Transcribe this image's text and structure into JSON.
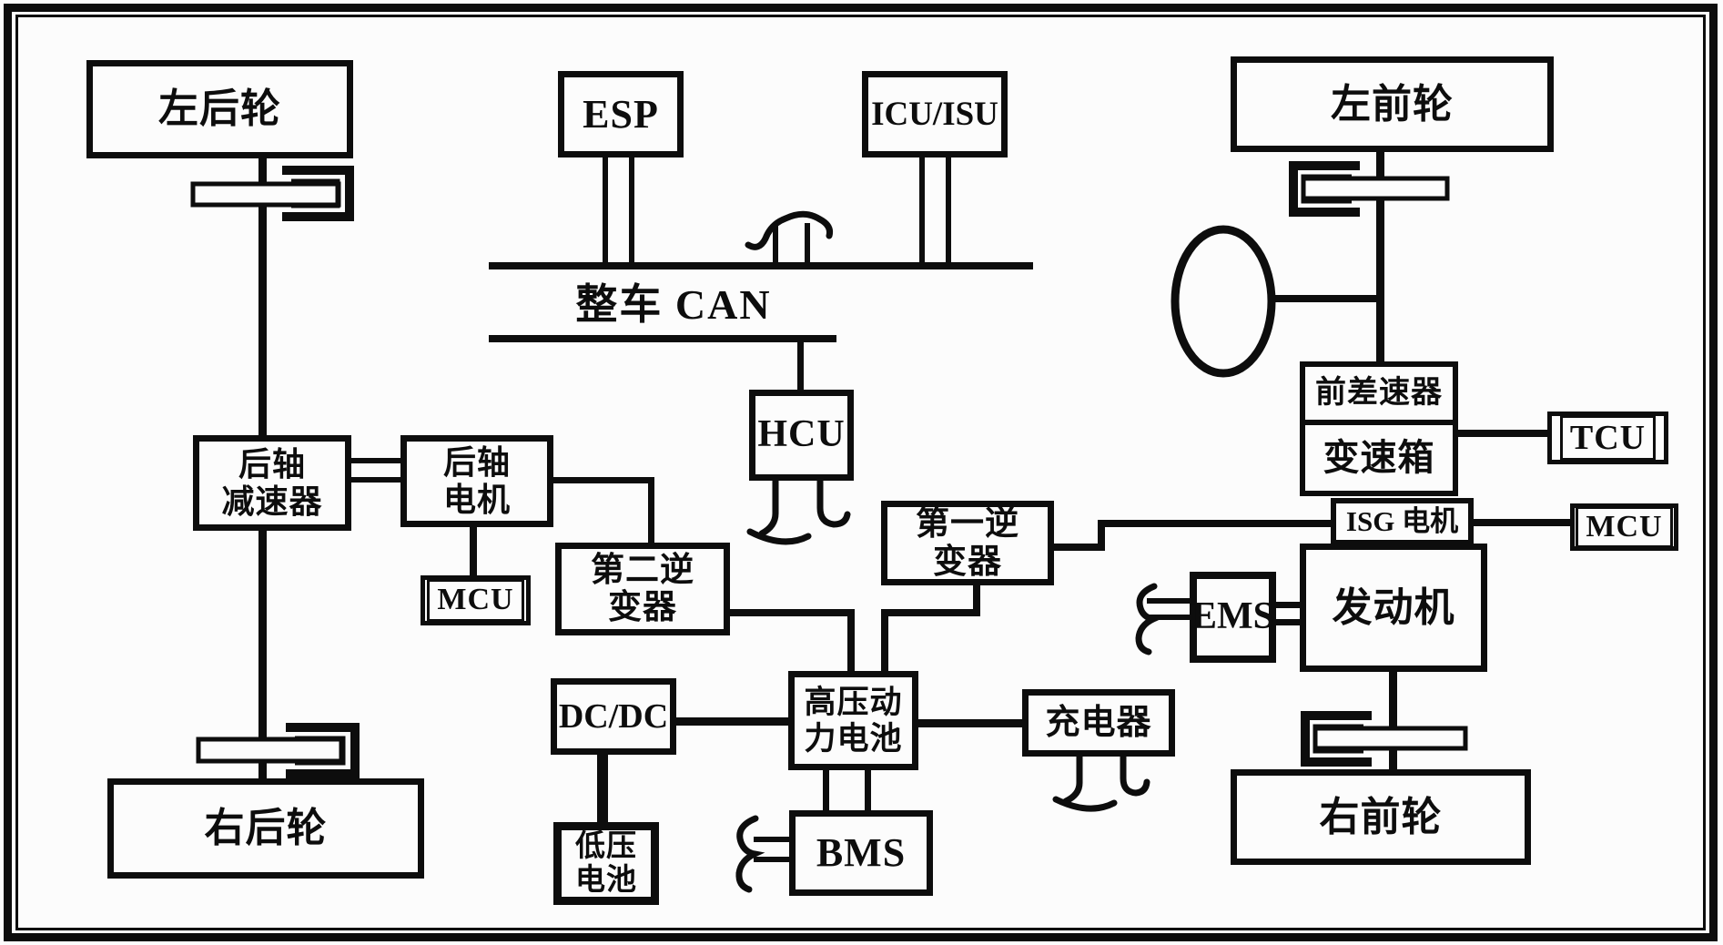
{
  "diagram": {
    "type": "hybrid-vehicle-powertrain-architecture",
    "bus": {
      "label": "整车 CAN"
    },
    "nodes": {
      "left_rear_wheel": {
        "label": "左后轮"
      },
      "esp": {
        "label": "ESP"
      },
      "icu_isu": {
        "label": "ICU/ISU"
      },
      "left_front_wheel": {
        "label": "左前轮"
      },
      "hcu": {
        "label": "HCU"
      },
      "rear_axle_reducer": {
        "label": "后轴\n减速器"
      },
      "rear_axle_motor": {
        "label": "后轴\n电机"
      },
      "mcu_rear": {
        "label": "MCU"
      },
      "inverter_second": {
        "label": "第二逆\n变器"
      },
      "inverter_first": {
        "label": "第一逆\n变器"
      },
      "front_differential": {
        "label": "前差速器"
      },
      "gearbox": {
        "label": "变速箱"
      },
      "tcu": {
        "label": "TCU"
      },
      "isg_motor": {
        "label": "ISG 电机"
      },
      "mcu_front": {
        "label": "MCU"
      },
      "engine": {
        "label": "发动机"
      },
      "ems": {
        "label": "EMS"
      },
      "dcdc": {
        "label": "DC/DC"
      },
      "hv_battery": {
        "label": "高压动\n力电池"
      },
      "charger": {
        "label": "充电器"
      },
      "bms": {
        "label": "BMS"
      },
      "lv_battery": {
        "label": "低压\n电池"
      },
      "right_rear_wheel": {
        "label": "右后轮"
      },
      "right_front_wheel": {
        "label": "右前轮"
      }
    },
    "colors": {
      "ink": "#0d0d0d",
      "paper": "#fcfcfc"
    }
  }
}
